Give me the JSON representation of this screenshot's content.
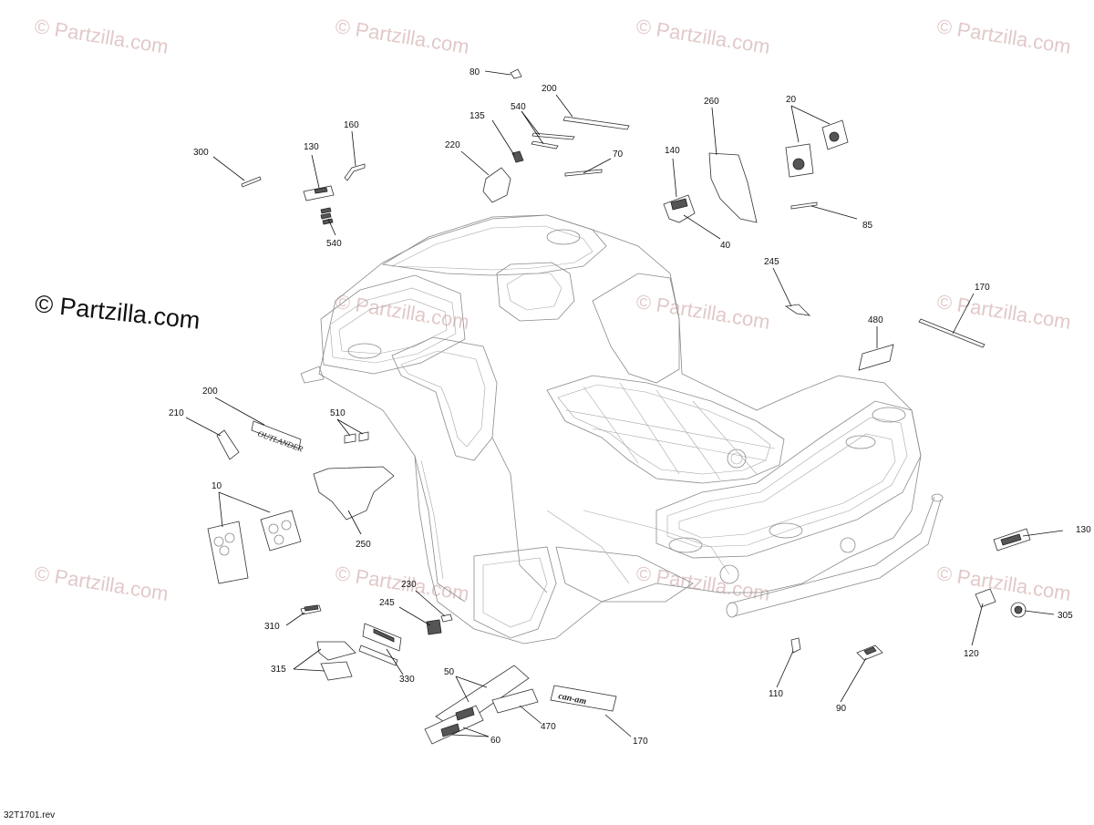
{
  "watermark_text": "© Partzilla.com",
  "diagram_ref": "32T1701.rev",
  "callouts": [
    {
      "id": "c80",
      "text": "80"
    },
    {
      "id": "c200a",
      "text": "200"
    },
    {
      "id": "c540a",
      "text": "540"
    },
    {
      "id": "c135",
      "text": "135"
    },
    {
      "id": "c220",
      "text": "220"
    },
    {
      "id": "c70",
      "text": "70"
    },
    {
      "id": "c260",
      "text": "260"
    },
    {
      "id": "c20",
      "text": "20"
    },
    {
      "id": "c300",
      "text": "300"
    },
    {
      "id": "c130a",
      "text": "130"
    },
    {
      "id": "c160",
      "text": "160"
    },
    {
      "id": "c540b",
      "text": "540"
    },
    {
      "id": "c140",
      "text": "140"
    },
    {
      "id": "c40",
      "text": "40"
    },
    {
      "id": "c85",
      "text": "85"
    },
    {
      "id": "c245a",
      "text": "245"
    },
    {
      "id": "c170a",
      "text": "170"
    },
    {
      "id": "c480",
      "text": "480"
    },
    {
      "id": "c200b",
      "text": "200"
    },
    {
      "id": "c210",
      "text": "210"
    },
    {
      "id": "c510",
      "text": "510"
    },
    {
      "id": "c10",
      "text": "10"
    },
    {
      "id": "c250",
      "text": "250"
    },
    {
      "id": "c130b",
      "text": "130"
    },
    {
      "id": "c230",
      "text": "230"
    },
    {
      "id": "c245b",
      "text": "245"
    },
    {
      "id": "c310",
      "text": "310"
    },
    {
      "id": "c305",
      "text": "305"
    },
    {
      "id": "c120",
      "text": "120"
    },
    {
      "id": "c315",
      "text": "315"
    },
    {
      "id": "c330",
      "text": "330"
    },
    {
      "id": "c50",
      "text": "50"
    },
    {
      "id": "c110",
      "text": "110"
    },
    {
      "id": "c90",
      "text": "90"
    },
    {
      "id": "c470",
      "text": "470"
    },
    {
      "id": "c60",
      "text": "60"
    },
    {
      "id": "c170b",
      "text": "170"
    }
  ],
  "decal_texts": {
    "brand_script": "can-am",
    "model_script": "OUTLANDER"
  }
}
